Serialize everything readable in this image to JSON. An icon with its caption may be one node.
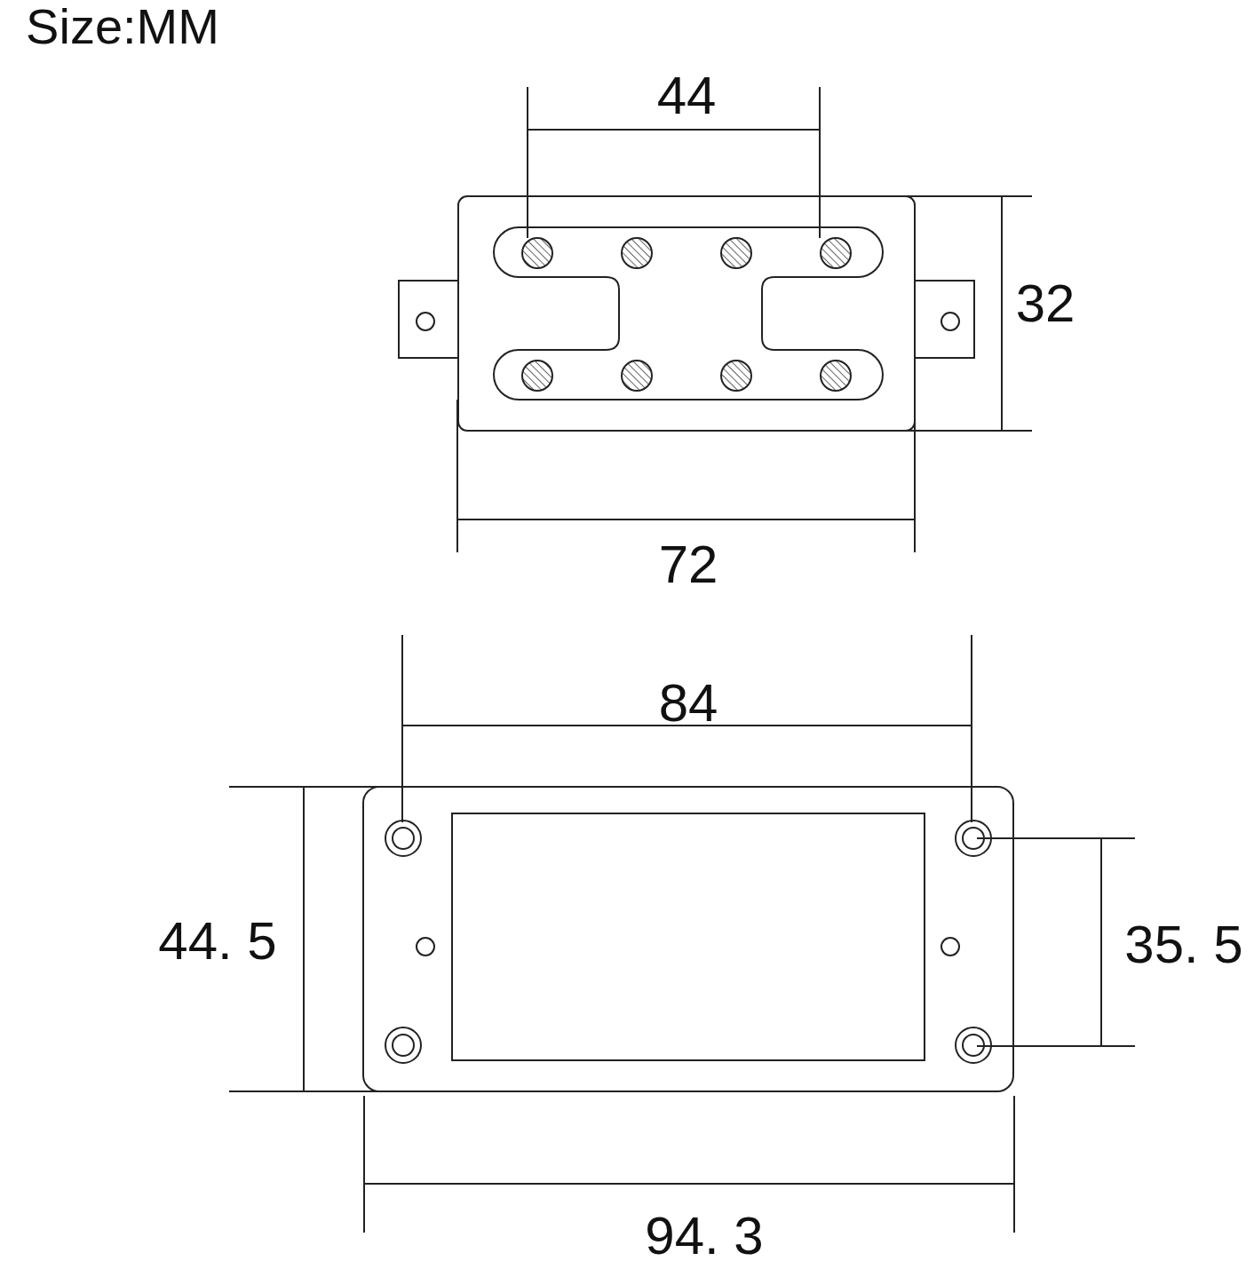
{
  "diagram": {
    "title": "Size:MM",
    "labels": [
      "44",
      "32",
      "72",
      "84",
      "44. 5",
      "35. 5",
      "94. 3"
    ]
  }
}
